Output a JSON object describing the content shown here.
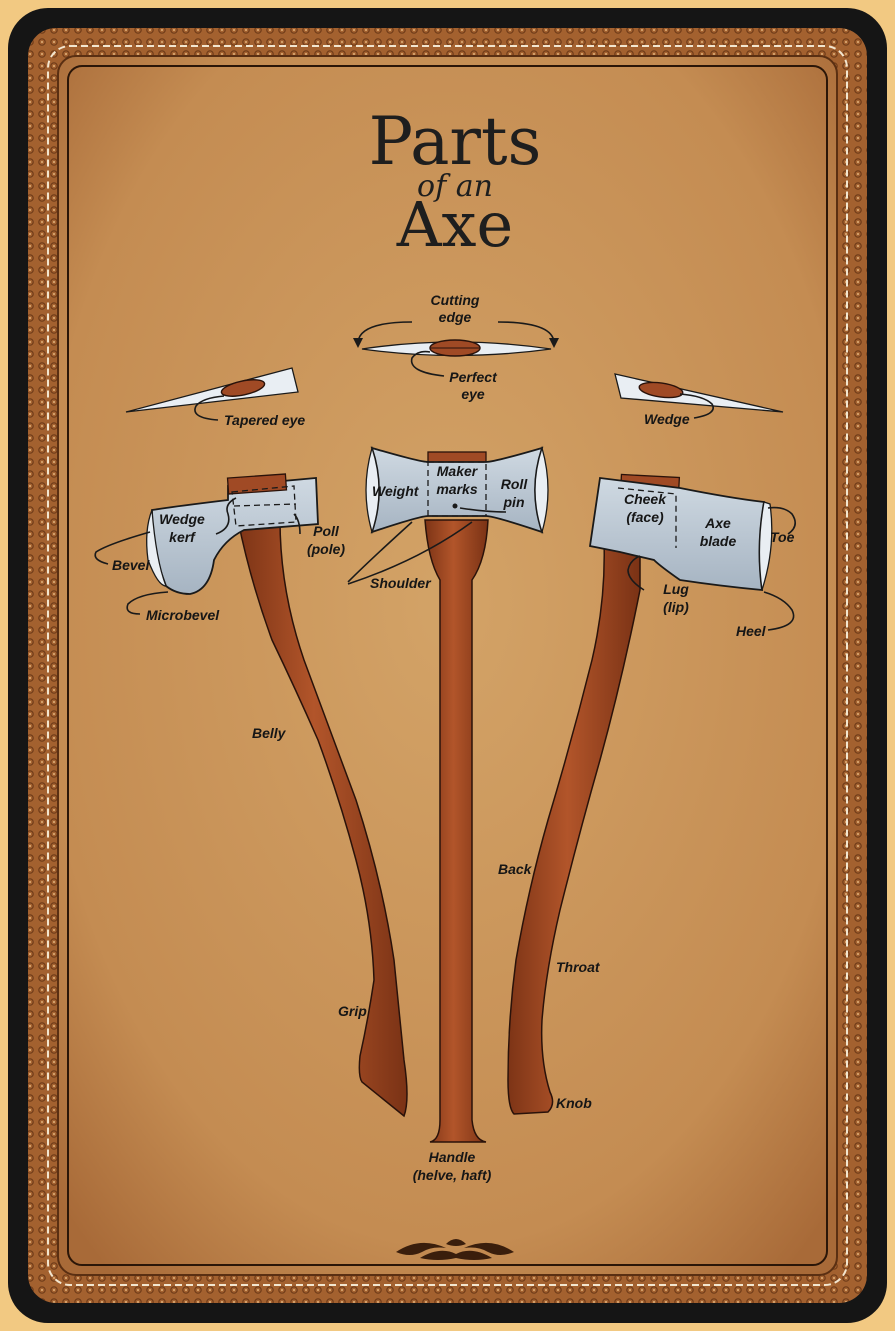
{
  "title": {
    "line1": "Parts",
    "line2": "of an",
    "line3": "Axe"
  },
  "labels": {
    "cutting_edge_1": "Cutting",
    "cutting_edge_2": "edge",
    "perfect_eye_1": "Perfect",
    "perfect_eye_2": "eye",
    "tapered_eye": "Tapered eye",
    "wedge": "Wedge",
    "weight": "Weight",
    "maker_marks_1": "Maker",
    "maker_marks_2": "marks",
    "roll_pin_1": "Roll",
    "roll_pin_2": "pin",
    "shoulder": "Shoulder",
    "wedge_kerf_1": "Wedge",
    "wedge_kerf_2": "kerf",
    "poll_1": "Poll",
    "poll_2": "(pole)",
    "bevel": "Bevel",
    "microbevel": "Microbevel",
    "cheek_1": "Cheek",
    "cheek_2": "(face)",
    "axe_blade_1": "Axe",
    "axe_blade_2": "blade",
    "toe": "Toe",
    "lug_1": "Lug",
    "lug_2": "(lip)",
    "heel": "Heel",
    "belly": "Belly",
    "back": "Back",
    "throat": "Throat",
    "grip": "Grip",
    "knob": "Knob",
    "handle_1": "Handle",
    "handle_2": "(helve, haft)"
  },
  "colors": {
    "page_background": "#f2c982",
    "outer_frame": "#151515",
    "leather_border": "#b06a3a",
    "leather_panel": "#c8955a",
    "stitching": "#f3e6cf",
    "steel": "#b9c6d2",
    "wood": "#a04a25"
  }
}
